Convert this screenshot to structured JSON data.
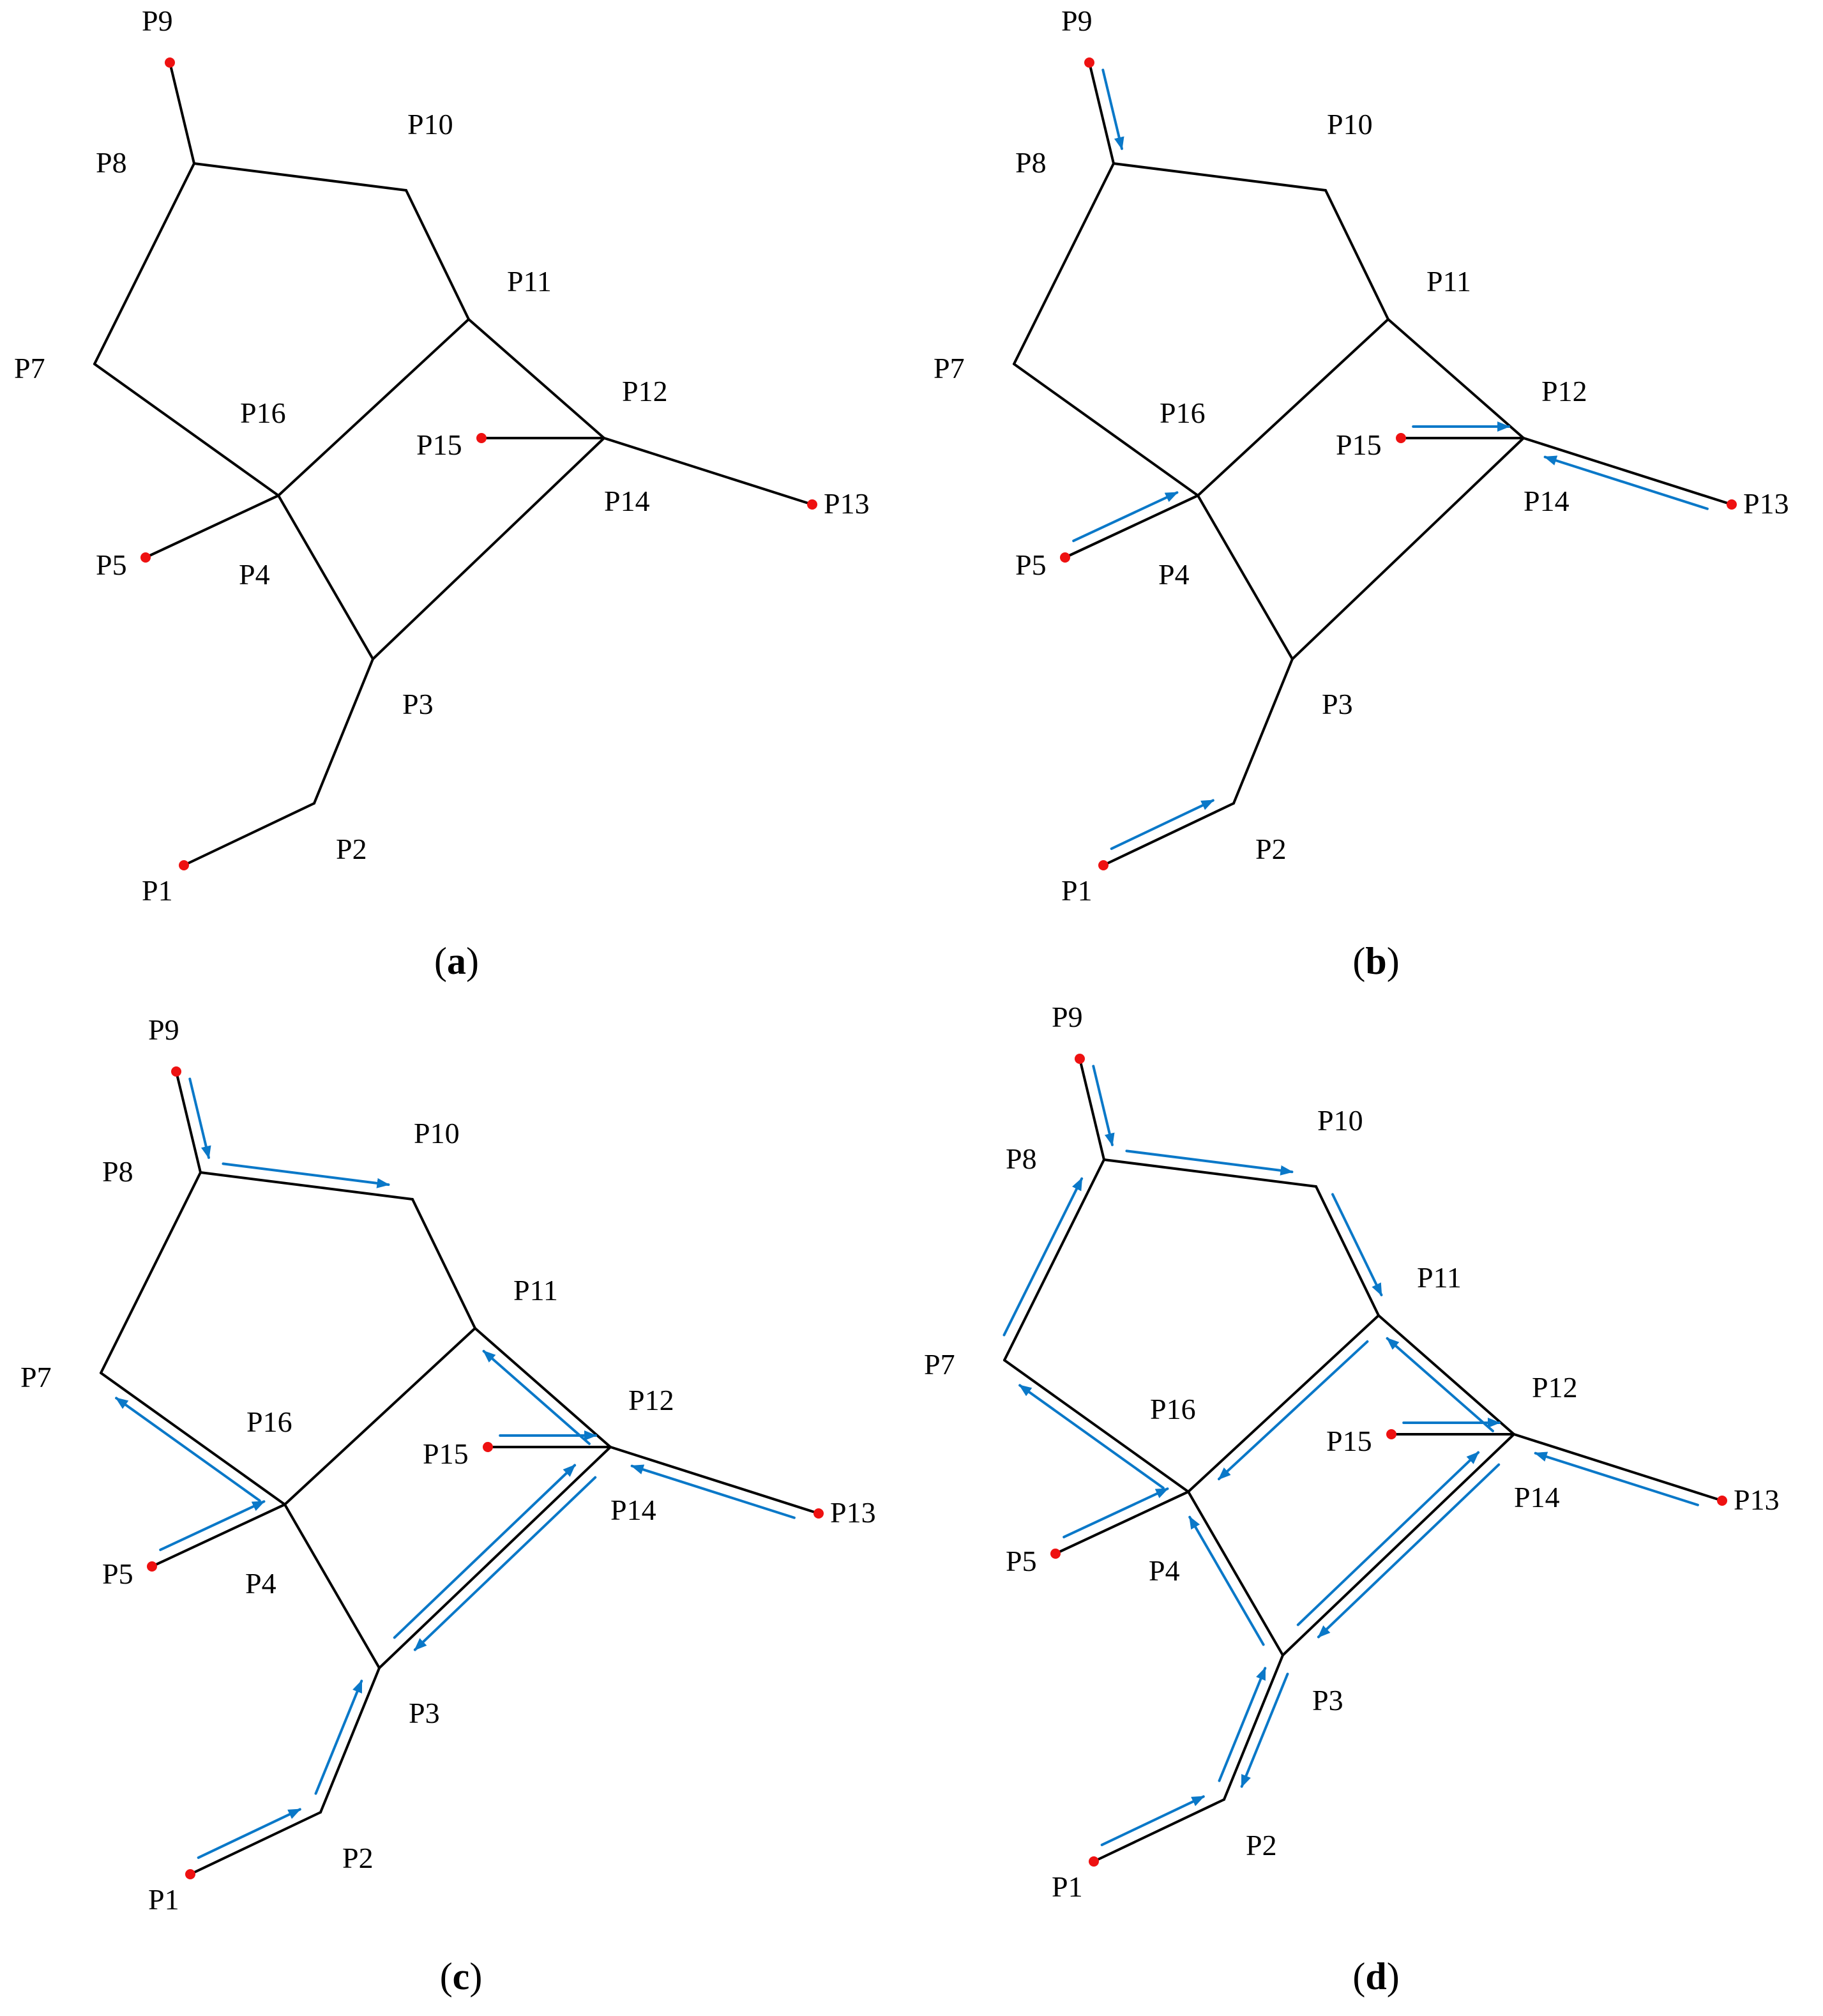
{
  "panels": [
    {
      "caption": {
        "open": "(",
        "letter": "a",
        "close": ")"
      },
      "labels": [
        "P1",
        "P2",
        "P3",
        "P4",
        "P5",
        "P7",
        "P8",
        "P9",
        "P10",
        "P11",
        "P12",
        "P13",
        "P14",
        "P15",
        "P16"
      ],
      "flow_arrows": []
    },
    {
      "caption": {
        "open": "(",
        "letter": "b",
        "close": ")"
      },
      "labels": [
        "P1",
        "P2",
        "P3",
        "P4",
        "P5",
        "P7",
        "P8",
        "P9",
        "P10",
        "P11",
        "P12",
        "P13",
        "P14",
        "P15",
        "P16"
      ],
      "flow_arrows": [
        [
          "P9",
          "P8"
        ],
        [
          "P5",
          "P16"
        ],
        [
          "P15",
          "P12"
        ],
        [
          "P13",
          "P12"
        ],
        [
          "P1",
          "P2"
        ]
      ]
    },
    {
      "caption": {
        "open": "(",
        "letter": "c",
        "close": ")"
      },
      "labels": [
        "P1",
        "P2",
        "P3",
        "P4",
        "P5",
        "P7",
        "P8",
        "P9",
        "P10",
        "P11",
        "P12",
        "P13",
        "P14",
        "P15",
        "P16"
      ],
      "flow_arrows": [
        [
          "P9",
          "P8"
        ],
        [
          "P8",
          "P10"
        ],
        [
          "P16",
          "P7"
        ],
        [
          "P5",
          "P16"
        ],
        [
          "P12",
          "P11"
        ],
        [
          "P15",
          "P12"
        ],
        [
          "P13",
          "P12"
        ],
        [
          "P12",
          "P3"
        ],
        [
          "P3",
          "P12"
        ],
        [
          "P1",
          "P2"
        ],
        [
          "P2",
          "P3"
        ]
      ]
    },
    {
      "caption": {
        "open": "(",
        "letter": "d",
        "close": ")"
      },
      "labels": [
        "P1",
        "P2",
        "P3",
        "P4",
        "P5",
        "P7",
        "P8",
        "P9",
        "P10",
        "P11",
        "P12",
        "P13",
        "P14",
        "P15",
        "P16"
      ],
      "flow_arrows": [
        [
          "P9",
          "P8"
        ],
        [
          "P8",
          "P10"
        ],
        [
          "P10",
          "P11"
        ],
        [
          "P7",
          "P8"
        ],
        [
          "P16",
          "P7"
        ],
        [
          "P5",
          "P16"
        ],
        [
          "P11",
          "P16"
        ],
        [
          "P12",
          "P11"
        ],
        [
          "P15",
          "P12"
        ],
        [
          "P13",
          "P12"
        ],
        [
          "P12",
          "P3"
        ],
        [
          "P3",
          "P12"
        ],
        [
          "P3",
          "P16"
        ],
        [
          "P1",
          "P2"
        ],
        [
          "P2",
          "P3"
        ],
        [
          "P3",
          "P2"
        ]
      ]
    }
  ],
  "colors": {
    "edge": "#000000",
    "arrow": "#0a78c8",
    "endpoint": "#ee1111"
  }
}
